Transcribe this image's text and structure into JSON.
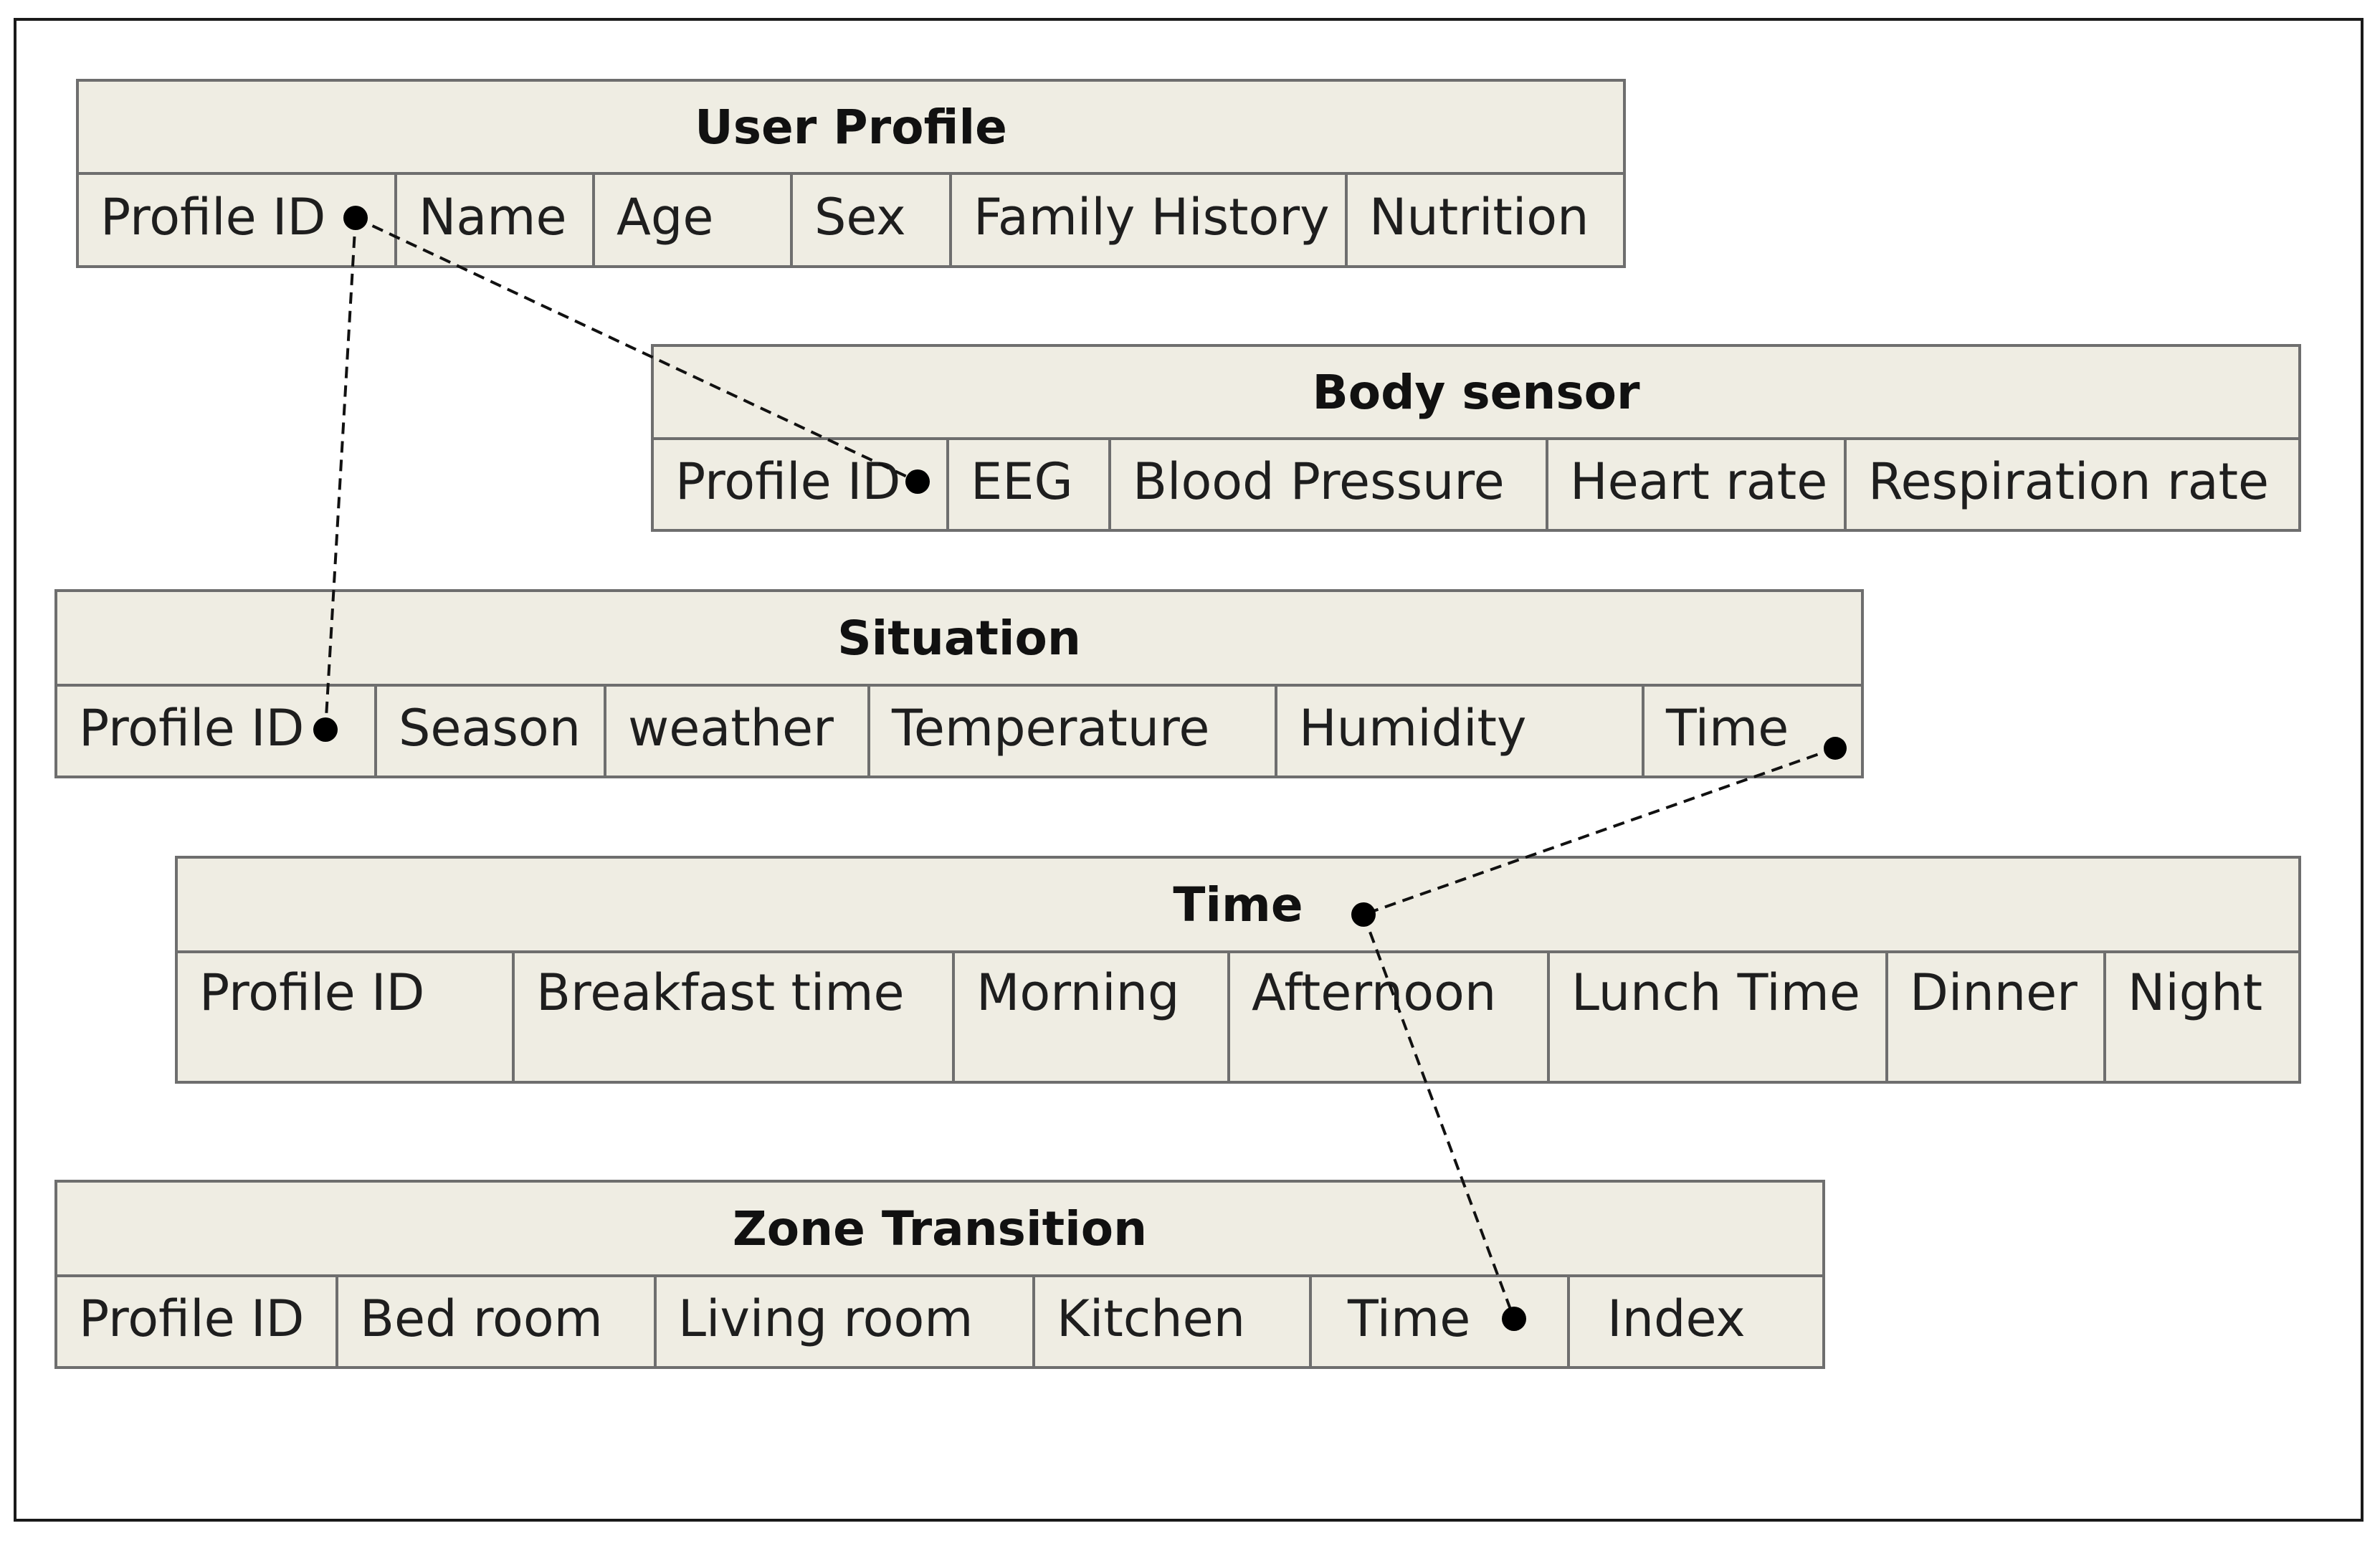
{
  "tables": [
    {
      "id": "user-profile",
      "title": "User Profile",
      "fields": [
        "Profile ID",
        "Name",
        "Age",
        "Sex",
        "Family History",
        "Nutrition"
      ]
    },
    {
      "id": "body-sensor",
      "title": "Body sensor",
      "fields": [
        "Profile ID",
        "EEG",
        "Blood Pressure",
        "Heart rate",
        "Respiration rate"
      ]
    },
    {
      "id": "situation",
      "title": "Situation",
      "fields": [
        "Profile ID",
        "Season",
        "weather",
        "Temperature",
        "Humidity",
        "Time"
      ]
    },
    {
      "id": "time",
      "title": "Time",
      "fields": [
        "Profile ID",
        "Breakfast time",
        "Morning",
        "Afternoon",
        "Lunch Time",
        "Dinner",
        "Night"
      ]
    },
    {
      "id": "zone-transition",
      "title": "Zone Transition",
      "fields": [
        "Profile ID",
        "Bed room",
        "Living room",
        "Kitchen",
        "Time",
        "Index"
      ]
    }
  ],
  "links": [
    {
      "from": "user-profile.Profile ID",
      "to": "body-sensor.Profile ID"
    },
    {
      "from": "user-profile.Profile ID",
      "to": "situation.Profile ID"
    },
    {
      "from": "situation.Time",
      "to": "time"
    },
    {
      "from": "time",
      "to": "zone-transition.Time"
    }
  ],
  "colors": {
    "table_fill": "#efede3",
    "table_border": "#6e6e6e",
    "frame_border": "#1a1a1a",
    "link": "#111111"
  }
}
